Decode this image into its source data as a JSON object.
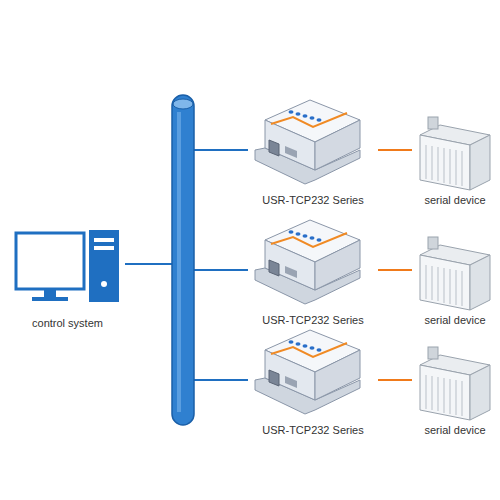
{
  "diagram": {
    "nodes": [
      {
        "text": [
          "control system"
        ]
      },
      {
        "text": [
          "USR-TCP232 Series"
        ]
      },
      {
        "text": [
          "serial device"
        ]
      },
      {
        "text": [
          "USR-TCP232 Series"
        ]
      },
      {
        "text": [
          "serial device"
        ]
      },
      {
        "text": [
          "USR-TCP232 Series"
        ]
      },
      {
        "text": [
          "serial device"
        ]
      }
    ],
    "edges": [
      {
        "from": 0,
        "to": 1,
        "arrow": "none"
      },
      {
        "from": 0,
        "to": 3,
        "arrow": "none"
      },
      {
        "from": 0,
        "to": 5,
        "arrow": "none"
      },
      {
        "from": 1,
        "to": 2,
        "arrow": "none"
      },
      {
        "from": 3,
        "to": 4,
        "arrow": "none"
      },
      {
        "from": 5,
        "to": 6,
        "arrow": "none"
      }
    ]
  }
}
